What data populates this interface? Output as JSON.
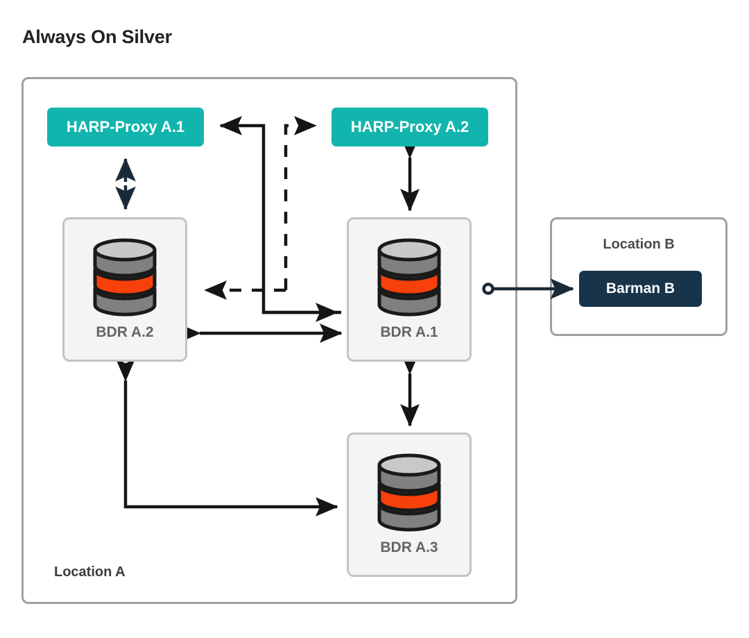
{
  "title": "Always On Silver",
  "colors": {
    "proxy_teal": "#12b5ae",
    "barman_navy": "#17344a",
    "node_card_fill": "#f4f4f4",
    "node_card_border": "#c3c3c3",
    "location_border": "#a0a0a0",
    "db_band_orange": "#f8400b",
    "db_body_gray": "#808080",
    "db_top_gray": "#c8c8c8",
    "connector_dark": "#1b2a38",
    "connector_black": "#111111",
    "title_text": "#222222",
    "label_text": "#646464"
  },
  "locations": {
    "a": {
      "label": "Location A"
    },
    "b": {
      "label": "Location B"
    }
  },
  "proxies": [
    {
      "id": "harp-proxy-a1",
      "label": "HARP-Proxy A.1"
    },
    {
      "id": "harp-proxy-a2",
      "label": "HARP-Proxy A.2"
    }
  ],
  "nodes": [
    {
      "id": "bdr-a2",
      "label": "BDR A.2",
      "icon": "database-cylinder-icon"
    },
    {
      "id": "bdr-a1",
      "label": "BDR A.1",
      "icon": "database-cylinder-icon"
    },
    {
      "id": "bdr-a3",
      "label": "BDR A.3",
      "icon": "database-cylinder-icon"
    }
  ],
  "backup": {
    "label": "Barman B"
  },
  "connectors": [
    {
      "name": "harp-proxy-a1-to-bdr-a2",
      "from": "HARP-Proxy A.1",
      "to": "BDR A.2",
      "style": "solid",
      "heads": "both",
      "split": true
    },
    {
      "name": "harp-proxy-a2-to-bdr-a1",
      "from": "HARP-Proxy A.2",
      "to": "BDR A.1",
      "style": "solid",
      "heads": "both"
    },
    {
      "name": "bdr-a2-to-bdr-a1",
      "from": "BDR A.2",
      "to": "BDR A.1",
      "style": "solid",
      "heads": "both"
    },
    {
      "name": "bdr-a1-to-bdr-a3",
      "from": "BDR A.1",
      "to": "BDR A.3",
      "style": "solid",
      "heads": "both"
    },
    {
      "name": "bdr-a3-to-bdr-a2",
      "from": "BDR A.3",
      "to": "BDR A.2",
      "style": "solid",
      "heads": "both",
      "routing": "elbow"
    },
    {
      "name": "bdr-a1-to-harp-proxy-a1",
      "from": "BDR A.1",
      "to": "HARP-Proxy A.1",
      "style": "solid",
      "heads": "end",
      "routing": "elbow"
    },
    {
      "name": "bdr-a2-to-harp-proxy-a2",
      "from": "BDR A.2",
      "to": "HARP-Proxy A.2",
      "style": "dashed",
      "heads": "both",
      "routing": "elbow"
    },
    {
      "name": "bdr-a1-to-barman-b",
      "from": "BDR A.1",
      "to": "Barman B",
      "style": "solid",
      "heads": "end",
      "source_marker": "circle"
    }
  ]
}
